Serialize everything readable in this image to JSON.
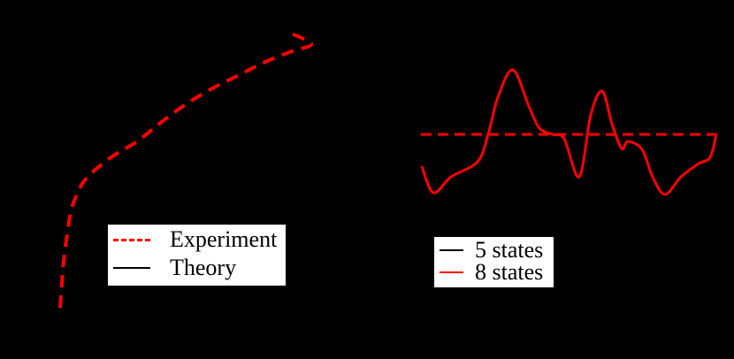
{
  "background": "#000000",
  "colors": {
    "experiment": "#ff0000",
    "theory": "#000000",
    "five_states": "#000000",
    "eight_states": "#ff0000",
    "reference_line": "#ff0000"
  },
  "left_panel": {
    "legend": {
      "items": [
        {
          "label": "Experiment",
          "style": "dashed",
          "color": "#ff0000"
        },
        {
          "label": "Theory",
          "style": "solid",
          "color": "#000000"
        }
      ]
    }
  },
  "right_panel": {
    "legend": {
      "items": [
        {
          "label": "5 states",
          "style": "solid",
          "color": "#000000"
        },
        {
          "label": "8 states",
          "style": "solid",
          "color": "#ff0000"
        }
      ]
    }
  },
  "chart_data": [
    {
      "type": "line",
      "title": "",
      "xlabel": "",
      "ylabel": "",
      "grid": false,
      "legend_position": "lower right",
      "note": "Axes, ticks and labels are black on black background (not visible). Values are in pixel coordinates of the image (x right, y down).",
      "series": [
        {
          "name": "Experiment",
          "style": "dashed",
          "color": "#ff0000",
          "points": [
            [
              68,
              348
            ],
            [
              70,
              320
            ],
            [
              72,
              295
            ],
            [
              76,
              265
            ],
            [
              80,
              240
            ],
            [
              86,
              222
            ],
            [
              95,
              205
            ],
            [
              110,
              190
            ],
            [
              130,
              175
            ],
            [
              155,
              160
            ],
            [
              180,
              140
            ],
            [
              210,
              118
            ],
            [
              240,
              100
            ],
            [
              270,
              85
            ],
            [
              300,
              70
            ],
            [
              330,
              58
            ],
            [
              352,
              50
            ],
            [
              330,
              38
            ]
          ]
        },
        {
          "name": "Theory",
          "style": "solid",
          "color": "#000000",
          "points": [
            [
              68,
              348
            ],
            [
              72,
              295
            ],
            [
              80,
              240
            ],
            [
              95,
              205
            ],
            [
              130,
              175
            ],
            [
              180,
              140
            ],
            [
              240,
              100
            ],
            [
              300,
              70
            ],
            [
              352,
              50
            ]
          ]
        }
      ]
    },
    {
      "type": "line",
      "title": "",
      "xlabel": "",
      "ylabel": "",
      "grid": false,
      "legend_position": "lower left",
      "note": "Values are in pixel coordinates of the image (x right, y down). Horizontal dashed red reference line at y=152.",
      "reference_line": {
        "y": 152,
        "x_range": [
          476,
          810
        ],
        "style": "dashed",
        "color": "#ff0000"
      },
      "series": [
        {
          "name": "5 states",
          "style": "solid",
          "color": "#000000",
          "points": [
            [
              477,
              188
            ],
            [
              490,
              218
            ],
            [
              510,
              200
            ],
            [
              540,
              183
            ],
            [
              552,
              152
            ],
            [
              563,
              110
            ],
            [
              580,
              79
            ],
            [
              598,
              120
            ],
            [
              610,
              145
            ],
            [
              625,
              152
            ],
            [
              638,
              157
            ],
            [
              655,
              200
            ],
            [
              668,
              130
            ],
            [
              681,
              103
            ],
            [
              692,
              140
            ],
            [
              703,
              168
            ],
            [
              710,
              160
            ],
            [
              726,
              169
            ],
            [
              738,
              200
            ],
            [
              752,
              220
            ],
            [
              770,
              200
            ],
            [
              790,
              185
            ],
            [
              803,
              178
            ],
            [
              810,
              152
            ]
          ]
        },
        {
          "name": "8 states",
          "style": "solid",
          "color": "#ff0000",
          "points": [
            [
              477,
              188
            ],
            [
              490,
              218
            ],
            [
              510,
              200
            ],
            [
              540,
              183
            ],
            [
              552,
              152
            ],
            [
              563,
              110
            ],
            [
              580,
              79
            ],
            [
              598,
              120
            ],
            [
              610,
              145
            ],
            [
              625,
              152
            ],
            [
              638,
              157
            ],
            [
              655,
              200
            ],
            [
              668,
              130
            ],
            [
              681,
              103
            ],
            [
              692,
              140
            ],
            [
              703,
              168
            ],
            [
              710,
              160
            ],
            [
              726,
              169
            ],
            [
              738,
              200
            ],
            [
              752,
              220
            ],
            [
              770,
              200
            ],
            [
              790,
              185
            ],
            [
              803,
              178
            ],
            [
              810,
              152
            ]
          ]
        }
      ]
    }
  ]
}
